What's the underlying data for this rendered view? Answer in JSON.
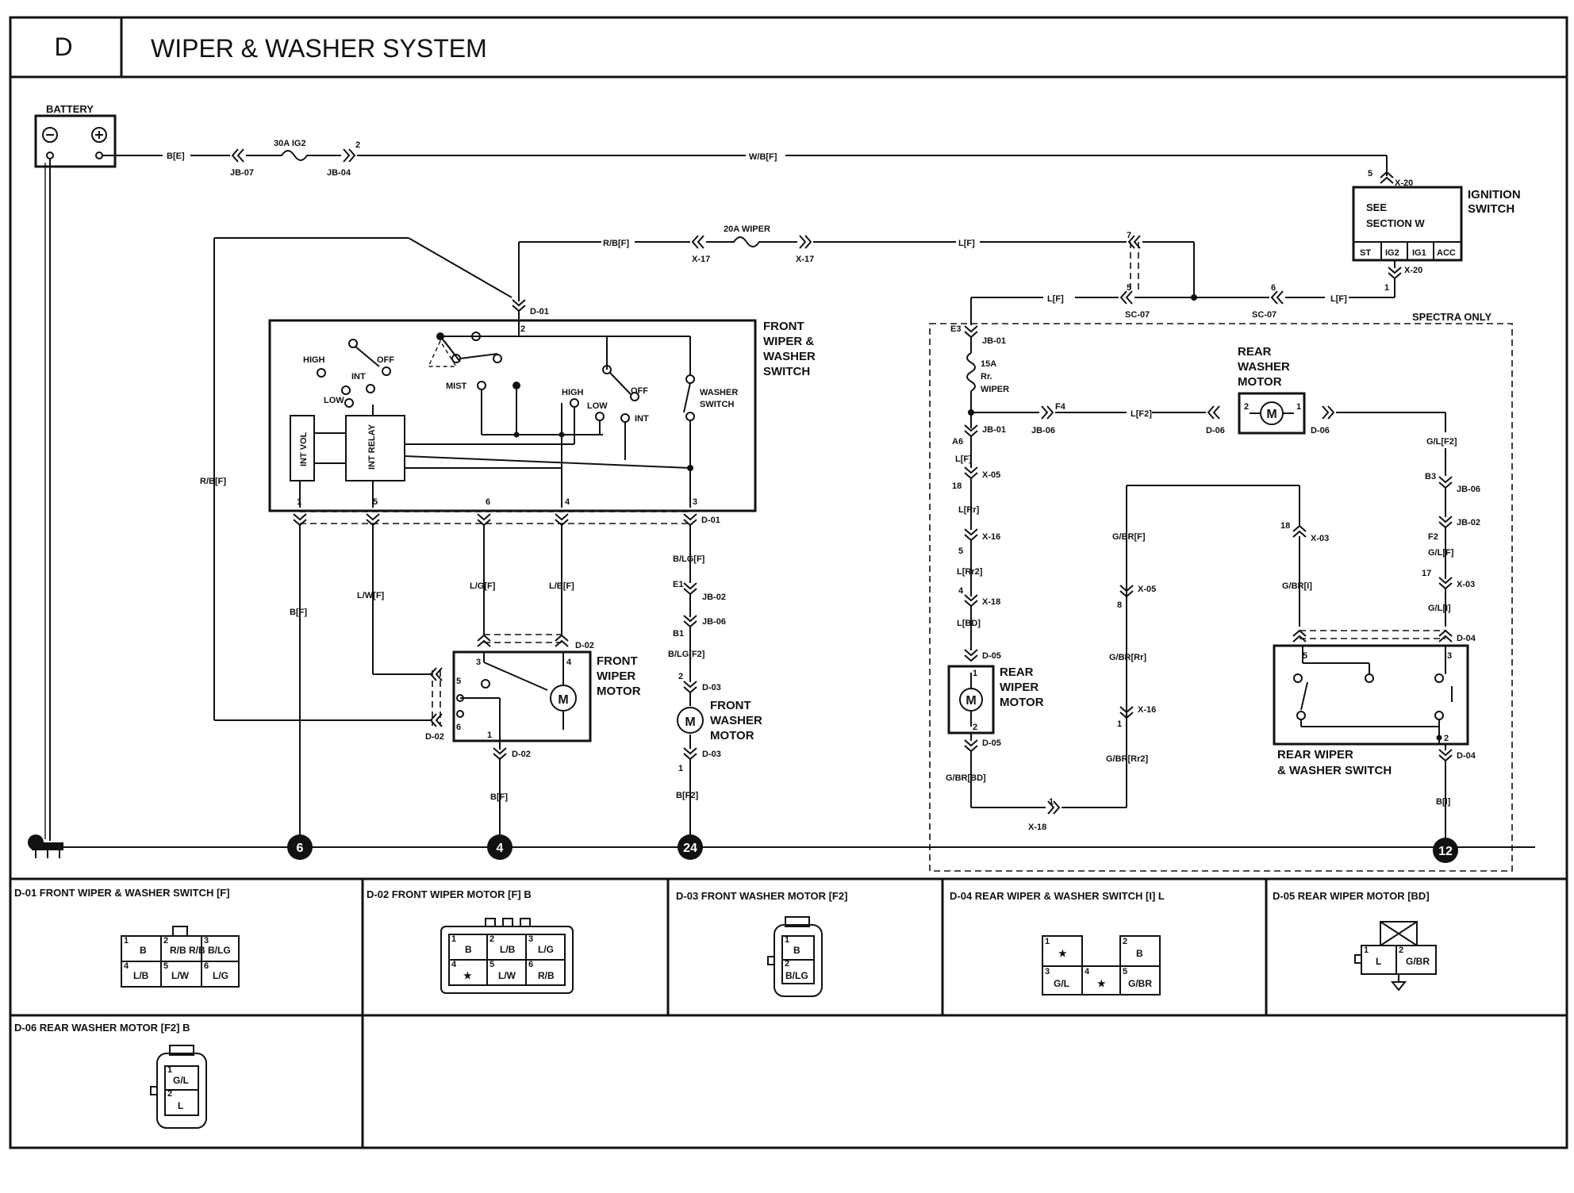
{
  "header": {
    "section": "D",
    "title": "WIPER & WASHER SYSTEM"
  },
  "components": {
    "battery": "BATTERY",
    "ignition_switch": [
      "IGNITION",
      "SWITCH"
    ],
    "see_section": [
      "SEE",
      "SECTION W"
    ],
    "ign_positions": [
      "ST",
      "IG2",
      "IG1",
      "ACC"
    ],
    "front_switch": [
      "FRONT",
      "WIPER &",
      "WASHER",
      "SWITCH"
    ],
    "front_wiper_motor": [
      "FRONT",
      "WIPER",
      "MOTOR"
    ],
    "front_washer_motor": [
      "FRONT",
      "WASHER",
      "MOTOR"
    ],
    "rear_washer_motor": [
      "REAR",
      "WASHER",
      "MOTOR"
    ],
    "rear_wiper_motor": [
      "REAR",
      "WIPER",
      "MOTOR"
    ],
    "rear_switch": [
      "REAR WIPER",
      "& WASHER SWITCH"
    ],
    "spectra_only": "SPECTRA ONLY",
    "motor_symbol": "M"
  },
  "switch_labels": {
    "high": "HIGH",
    "off": "OFF",
    "int": "INT",
    "low": "LOW",
    "mist": "MIST",
    "high2": "HIGH",
    "off2": "OFF",
    "low2": "LOW",
    "int2": "INT",
    "washer_switch": [
      "WASHER",
      "SWITCH"
    ],
    "int_vol": "INT VOL",
    "int_relay": "INT RELAY"
  },
  "fuses": {
    "f30": "30A IG2",
    "f20": "20A WIPER",
    "f15": [
      "15A",
      "Rr.",
      "WIPER"
    ]
  },
  "wire_labels": {
    "be": "B[E]",
    "wbf": "W/B[F]",
    "rbf_top": "R/B[F]",
    "rbf_left": "R/B[F]",
    "lf_top": "L[F]",
    "lf_mid": "L[F]",
    "lf_right": "L[F]",
    "lf_rear": "L[F]",
    "bf_left": "B[F]",
    "lwf": "L/W[F]",
    "lgf": "L/G[F]",
    "lbf": "L/B[F]",
    "blgf": "B/LG[F]",
    "blgf2": "B/LG[F2]",
    "bf2": "B[F2]",
    "bf_motor": "B[F]",
    "lrr": "L[Rr]",
    "lrr2": "L[Rr2]",
    "lbd": "L[BD]",
    "gbrbd": "G/BR[BD]",
    "lf2": "L[F2]",
    "glf2": "G/L[F2]",
    "glf": "G/L[F]",
    "gli": "G/L[I]",
    "gbrf": "G/BR[F]",
    "gbrrr": "G/BR[Rr]",
    "gbrrr2": "G/BR[Rr2]",
    "gbri": "G/BR[I]",
    "bi": "B[I]"
  },
  "connectors": {
    "jb07": "JB-07",
    "jb04": "JB-04",
    "x20a": "X-20",
    "x20b": "X-20",
    "x17a": "X-17",
    "x17b": "X-17",
    "d01a": "D-01",
    "d01b": "D-01",
    "sc07a": "SC-07",
    "sc07b": "SC-07",
    "jb01a": "JB-01",
    "jb01b": "JB-01",
    "jb06a": "JB-06",
    "d06a": "D-06",
    "d06b": "D-06",
    "x05a": "X-05",
    "x16a": "X-16",
    "x18a": "X-18",
    "d05a": "D-05",
    "d05b": "D-05",
    "x18b": "X-18",
    "x05b": "X-05",
    "x16b": "X-16",
    "x03a": "X-03",
    "x03b": "X-03",
    "jb06b": "JB-06",
    "jb02b": "JB-02",
    "d04a": "D-04",
    "d04b": "D-04",
    "d02a": "D-02",
    "d02b": "D-02",
    "d02c": "D-02",
    "jb02a": "JB-02",
    "jb06c": "JB-06",
    "d03a": "D-03",
    "d03b": "D-03"
  },
  "pins": {
    "p2a": "2",
    "p5a": "5",
    "p1a": "1",
    "p7": "7",
    "p5b": "5",
    "p6": "6",
    "e3": "E3",
    "f4": "F4",
    "a6": "A6",
    "p18a": "18",
    "p5c": "5",
    "p4a": "4",
    "p1b": "1",
    "p2b": "2",
    "p2c": "2",
    "p1c": "1",
    "b3": "B3",
    "f2": "F2",
    "p17": "17",
    "p18b": "18",
    "p8": "8",
    "p1d": "1",
    "p1e": "1",
    "s2": "2",
    "s1": "1",
    "s5": "5",
    "s6": "6",
    "s4": "4",
    "s3": "3",
    "m3": "3",
    "m5": "5",
    "m6": "6",
    "m4": "4",
    "m1": "1",
    "e1": "E1",
    "b1": "B1",
    "w2": "2",
    "w1": "1",
    "r5": "5",
    "r3": "3",
    "r2": "2"
  },
  "grounds": [
    "6",
    "4",
    "24",
    "12"
  ],
  "connector_views": [
    {
      "title": "D-01 FRONT WIPER & WASHER SWITCH [F]",
      "pins": [
        [
          "1",
          "B"
        ],
        [
          "2",
          "R/B R/B"
        ],
        [
          "3",
          "B/LG"
        ],
        [
          "4",
          "L/B"
        ],
        [
          "5",
          "L/W"
        ],
        [
          "6",
          "L/G"
        ]
      ]
    },
    {
      "title": "D-02 FRONT WIPER MOTOR [F] B",
      "pins": [
        [
          "1",
          "B"
        ],
        [
          "2",
          "L/B"
        ],
        [
          "3",
          "L/G"
        ],
        [
          "4",
          "★"
        ],
        [
          "5",
          "L/W"
        ],
        [
          "6",
          "R/B"
        ]
      ]
    },
    {
      "title": "D-03 FRONT WASHER MOTOR [F2]",
      "pins": [
        [
          "1",
          "B"
        ],
        [
          "2",
          "B/LG"
        ]
      ]
    },
    {
      "title": "D-04 REAR WIPER & WASHER SWITCH [I] L",
      "pins": [
        [
          "1",
          "★"
        ],
        [
          "2",
          "B"
        ],
        [
          "3",
          "G/L"
        ],
        [
          "4",
          "★"
        ],
        [
          "5",
          "G/BR"
        ]
      ]
    },
    {
      "title": "D-05 REAR WIPER MOTOR [BD]",
      "pins": [
        [
          "1",
          "L"
        ],
        [
          "2",
          "G/BR"
        ]
      ]
    },
    {
      "title": "D-06 REAR WASHER MOTOR [F2] B",
      "pins": [
        [
          "1",
          "G/L"
        ],
        [
          "2",
          "L"
        ]
      ]
    }
  ]
}
